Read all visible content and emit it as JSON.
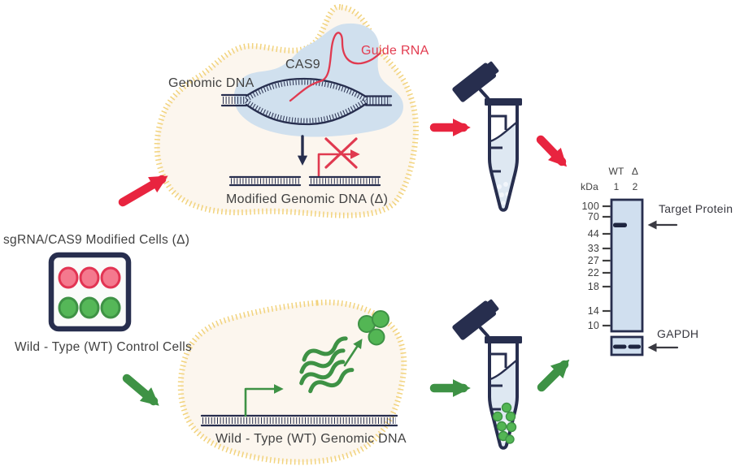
{
  "diagram": {
    "top_cell": {
      "genomic_dna_label": "Genomic DNA",
      "cas9_label": "CAS9",
      "guide_rna_label": "Guide RNA",
      "modified_dna_label": "Modified Genomic DNA (Δ)"
    },
    "cell_plate": {
      "top_label": "sgRNA/CAS9 Modified Cells (Δ)",
      "bottom_label": "Wild - Type (WT) Control Cells",
      "rows": [
        {
          "row": "top",
          "cells": "sgRNA/CAS9 modified",
          "well_count": 3,
          "well_color": "#F4798E"
        },
        {
          "row": "bottom",
          "cells": "wild-type control",
          "well_count": 3,
          "well_color": "#55B758"
        }
      ]
    },
    "bottom_cell": {
      "wt_dna_label": "Wild - Type (WT) Genomic DNA"
    },
    "western_blot": {
      "lane_headers": [
        "WT",
        "Δ"
      ],
      "unit_label": "kDa",
      "lane_numbers": [
        "1",
        "2"
      ],
      "ladder_kda": [
        "100",
        "70",
        "44",
        "33",
        "27",
        "22",
        "18",
        "14",
        "10"
      ],
      "target_protein_label": "Target Protein",
      "gapdh_label": "GAPDH",
      "target_protein_band_lanes": "1 (WT) only, ~55 kDa",
      "gapdh_band_lanes": "1 (WT) and 2 (Δ)"
    }
  },
  "colors": {
    "red": "#E8243F",
    "green": "#3E9245",
    "navy": "#272E4E",
    "membrane_yellow": "#F2D37D",
    "cell_fill": "#FCF6EE",
    "cas9_blob": "#D0E0EE",
    "tube_liquid": "#DEE8F2",
    "blot_fill": "#D0DFEF",
    "band_dark": "#1E2540",
    "well_pink": "#F4798E",
    "well_pink_edge": "#E23453",
    "well_green": "#55B758",
    "well_green_edge": "#3E9245",
    "guide_rna_red": "#E23C50",
    "text": "#414141"
  }
}
